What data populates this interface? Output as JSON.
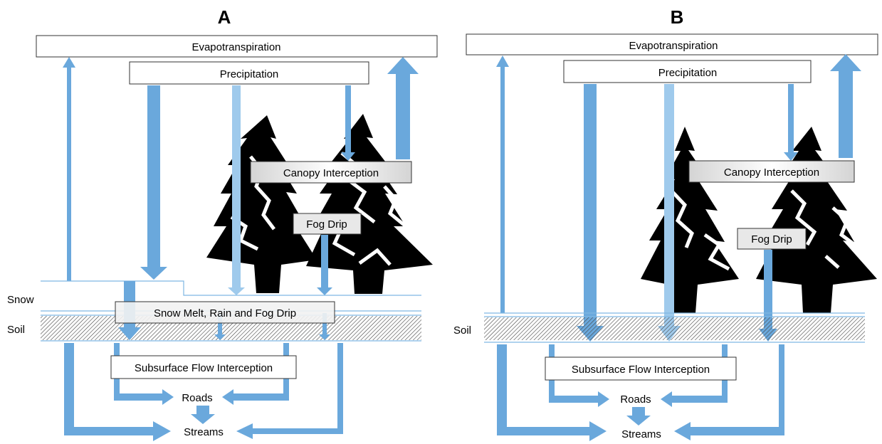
{
  "panels": [
    {
      "id": "A",
      "letter": "A",
      "labels": {
        "evapotranspiration": "Evapotranspiration",
        "precipitation": "Precipitation",
        "canopy_interception": "Canopy Interception",
        "fog_drip": "Fog Drip",
        "snow_melt": "Snow Melt, Rain and Fog Drip",
        "subsurface_flow": "Subsurface Flow Interception",
        "roads": "Roads",
        "streams": "Streams",
        "snow": "Snow",
        "soil": "Soil"
      }
    },
    {
      "id": "B",
      "letter": "B",
      "labels": {
        "evapotranspiration": "Evapotranspiration",
        "precipitation": "Precipitation",
        "canopy_interception": "Canopy Interception",
        "fog_drip": "Fog Drip",
        "subsurface_flow": "Subsurface Flow Interception",
        "roads": "Roads",
        "streams": "Streams",
        "soil": "Soil"
      }
    }
  ],
  "colors": {
    "arrow_fill": "#6aa8dc",
    "arrow_light": "#9fcaec",
    "line": "#7fb7e3",
    "tree": "#000000",
    "box_border": "#333333",
    "label_box_gray": "#dcdcdc",
    "soil_hatch": "#444444"
  }
}
